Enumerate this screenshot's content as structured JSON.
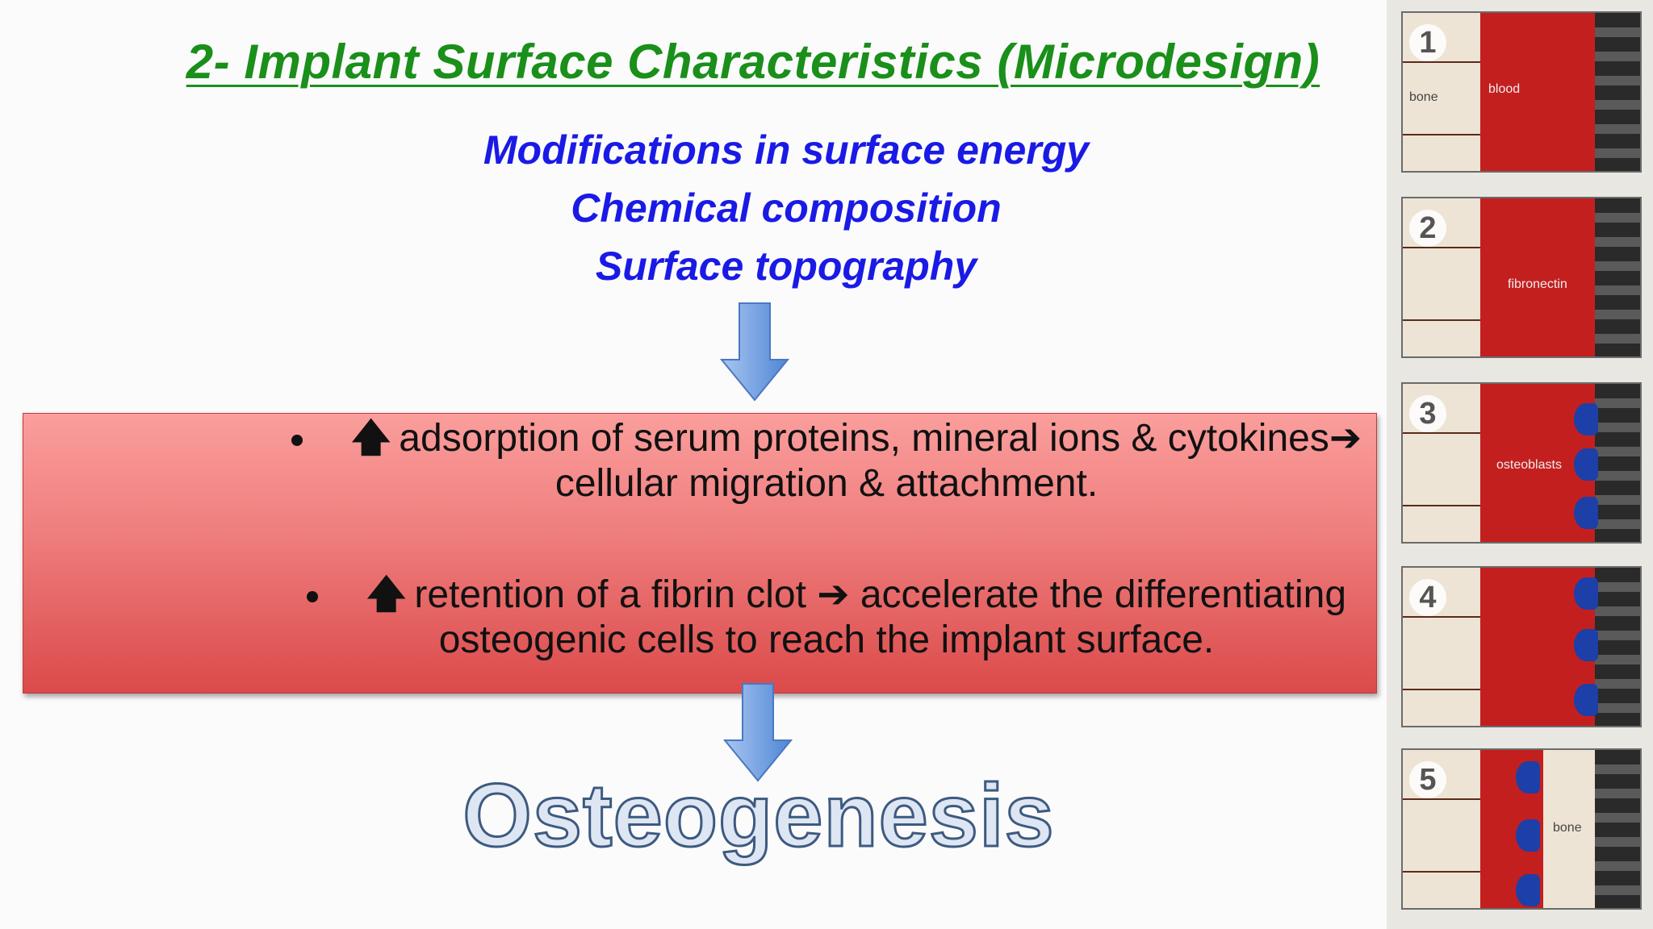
{
  "title": "2- Implant Surface Characteristics (Microdesign)",
  "modifications": [
    "Modifications in surface energy",
    "Chemical composition",
    "Surface topography"
  ],
  "bullets": [
    {
      "line1": "adsorption of serum proteins, mineral ions & cytokines",
      "line2": "cellular migration & attachment."
    },
    {
      "line1a": "retention of a fibrin clot",
      "line1b": "accelerate the differentiating",
      "line2": "osteogenic cells to reach the implant surface."
    }
  ],
  "result": "Osteogenesis",
  "panels": [
    {
      "num": "1",
      "labels": [
        "bone",
        "blood"
      ]
    },
    {
      "num": "2",
      "labels": [
        "fibronectin"
      ]
    },
    {
      "num": "3",
      "labels": [
        "osteoblasts"
      ]
    },
    {
      "num": "4",
      "labels": []
    },
    {
      "num": "5",
      "labels": [
        "bone"
      ]
    }
  ],
  "colors": {
    "title": "#1a8f1a",
    "modifications": "#1a1ae6",
    "box_top": "#fa9e9c",
    "box_bottom": "#db4a4a",
    "arrow": "#6f9ee0"
  }
}
